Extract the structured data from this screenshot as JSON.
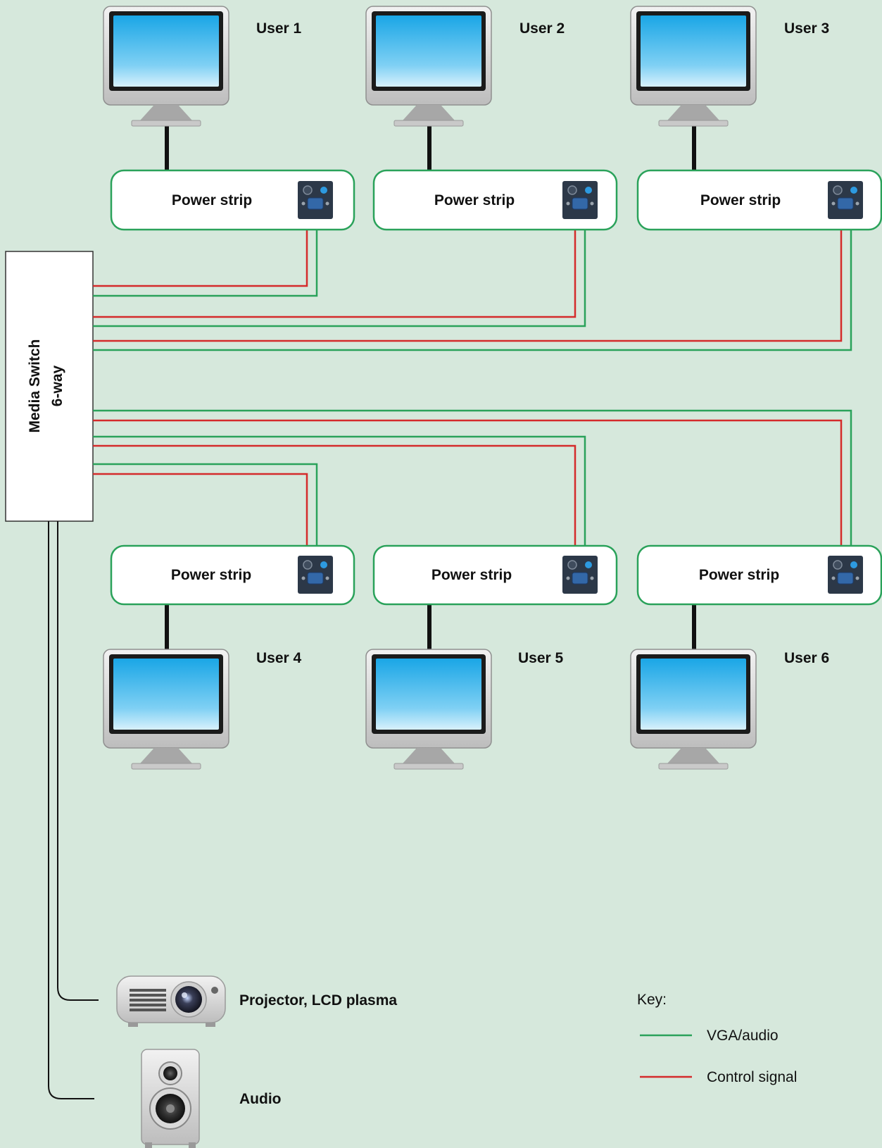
{
  "users": [
    "User 1",
    "User 2",
    "User 3",
    "User 4",
    "User 5",
    "User 6"
  ],
  "power_strip_label": "Power strip",
  "switch": {
    "line1": "Media Switch",
    "line2": "6-way"
  },
  "outputs": {
    "projector": "Projector, LCD plasma",
    "audio": "Audio"
  },
  "key": {
    "title": "Key:",
    "vga": "VGA/audio",
    "control": "Control signal"
  },
  "colors": {
    "background": "#d6e8dc",
    "vga_line": "#2aa25a",
    "control_line": "#d42b2b",
    "box_border": "#2aa25a",
    "screen": "#39b4ea"
  }
}
